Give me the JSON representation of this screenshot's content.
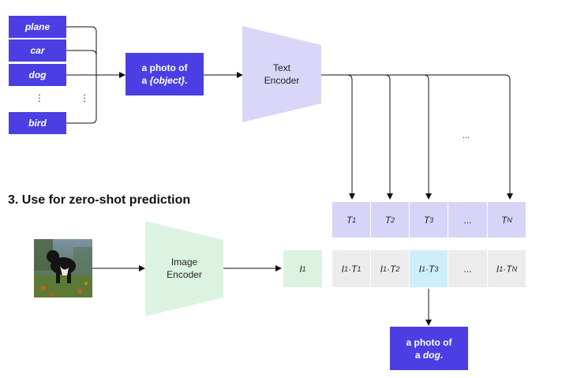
{
  "class_labels": [
    "plane",
    "car",
    "dog",
    "bird"
  ],
  "class_ellipsis": "⋮",
  "prompt": {
    "line1": "a photo of",
    "line2_prefix": "a ",
    "line2_var": "{object}",
    "line2_suffix": "."
  },
  "text_encoder": {
    "line1": "Text",
    "line2": "Encoder"
  },
  "image_encoder": {
    "line1": "Image",
    "line2": "Encoder"
  },
  "section_title": "3. Use for zero-shot prediction",
  "ellipsis": "...",
  "text_embeddings": [
    {
      "base": "T",
      "sub": "1"
    },
    {
      "base": "T",
      "sub": "2"
    },
    {
      "base": "T",
      "sub": "3"
    },
    {
      "base": "...",
      "sub": ""
    },
    {
      "base": "T",
      "sub": "N"
    }
  ],
  "image_embedding": {
    "base": "I",
    "sub": "1"
  },
  "similarities": [
    {
      "i": "I",
      "isub": "1",
      "dot": "·",
      "t": "T",
      "tsub": "1"
    },
    {
      "i": "I",
      "isub": "1",
      "dot": "·",
      "t": "T",
      "tsub": "2"
    },
    {
      "i": "I",
      "isub": "1",
      "dot": "·",
      "t": "T",
      "tsub": "3"
    },
    {
      "i": "...",
      "isub": "",
      "dot": "",
      "t": "",
      "tsub": ""
    },
    {
      "i": "I",
      "isub": "1",
      "dot": "·",
      "t": "T",
      "tsub": "N"
    }
  ],
  "highlight_index": 2,
  "result": {
    "line1": "a photo of",
    "line2_prefix": "a ",
    "line2_var": "dog",
    "line2_suffix": "."
  },
  "colors": {
    "label_blue": "#4b3fe3",
    "text_encoder": "#d9d6f7",
    "image_encoder": "#ddf3e2",
    "highlight": "#cfeefb"
  },
  "photo_description_icon": "dog-photo-icon"
}
